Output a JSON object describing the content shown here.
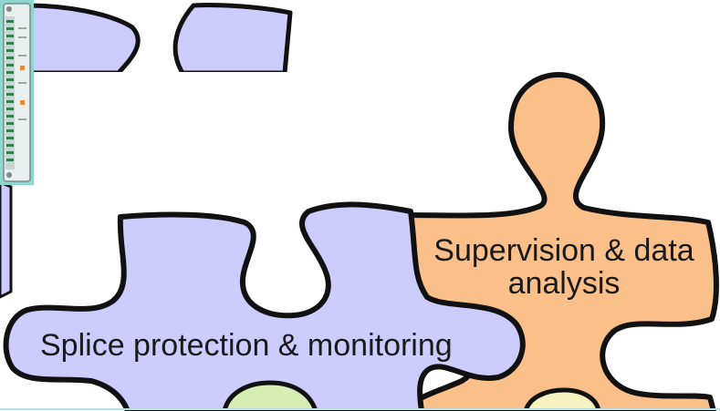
{
  "pieces": {
    "splice": {
      "label": "Splice protection & monitoring"
    },
    "supervision": {
      "label_line1": "Supervision & data",
      "label_line2": "analysis"
    }
  },
  "colors": {
    "lavender": "#ccccff",
    "orange": "#fbbf8a",
    "green": "#d6eeb1",
    "pale_yellow": "#f6f3c0",
    "outline": "#111111",
    "thumb_bg": "#8fd6cf"
  },
  "icons": {
    "thumbnail": "rack-device-thumbnail"
  }
}
